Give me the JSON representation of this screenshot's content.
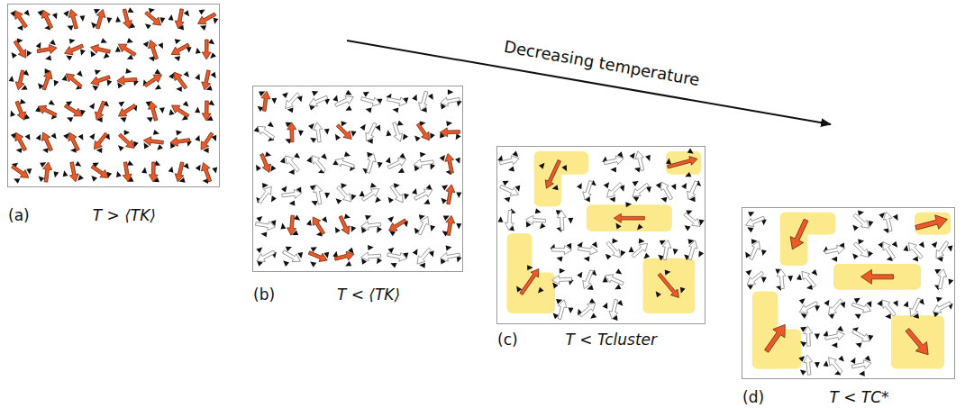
{
  "diagram": {
    "nodes": [
      {
        "text": [
          "(a)",
          "T > ⟨TK⟩"
        ]
      },
      {
        "text": [
          "(b)",
          "T < ⟨TK⟩"
        ]
      },
      {
        "text": [
          "(c)",
          "T < Tcluster"
        ]
      },
      {
        "text": [
          "(d)",
          "T < TC*"
        ]
      }
    ],
    "labels": [
      "Decreasing temperature"
    ]
  }
}
